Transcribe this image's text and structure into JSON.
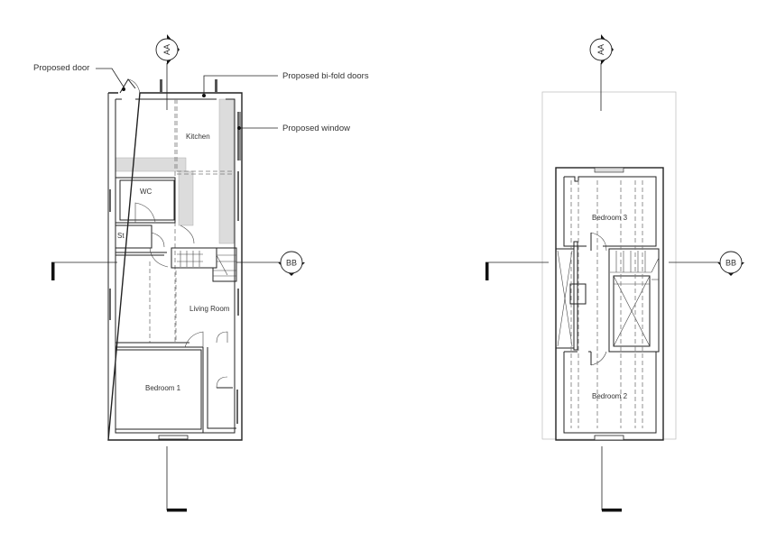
{
  "drawing": {
    "ground_floor": {
      "rooms": {
        "kitchen": "Kitchen",
        "wc": "WC",
        "store": "St",
        "living_room": "Living Room",
        "bedroom1": "Bedroom 1"
      },
      "annotations": {
        "proposed_door": "Proposed door",
        "proposed_bifold": "Proposed bi-fold doors",
        "proposed_window": "Proposed window"
      }
    },
    "first_floor": {
      "rooms": {
        "bedroom3": "Bedroom 3",
        "bedroom2": "Bedroom 2"
      }
    },
    "section_markers": {
      "aa": "AA",
      "bb": "BB"
    }
  },
  "colors": {
    "line": "#222222",
    "shade": "#dcdcdc",
    "marker": "#111111"
  }
}
